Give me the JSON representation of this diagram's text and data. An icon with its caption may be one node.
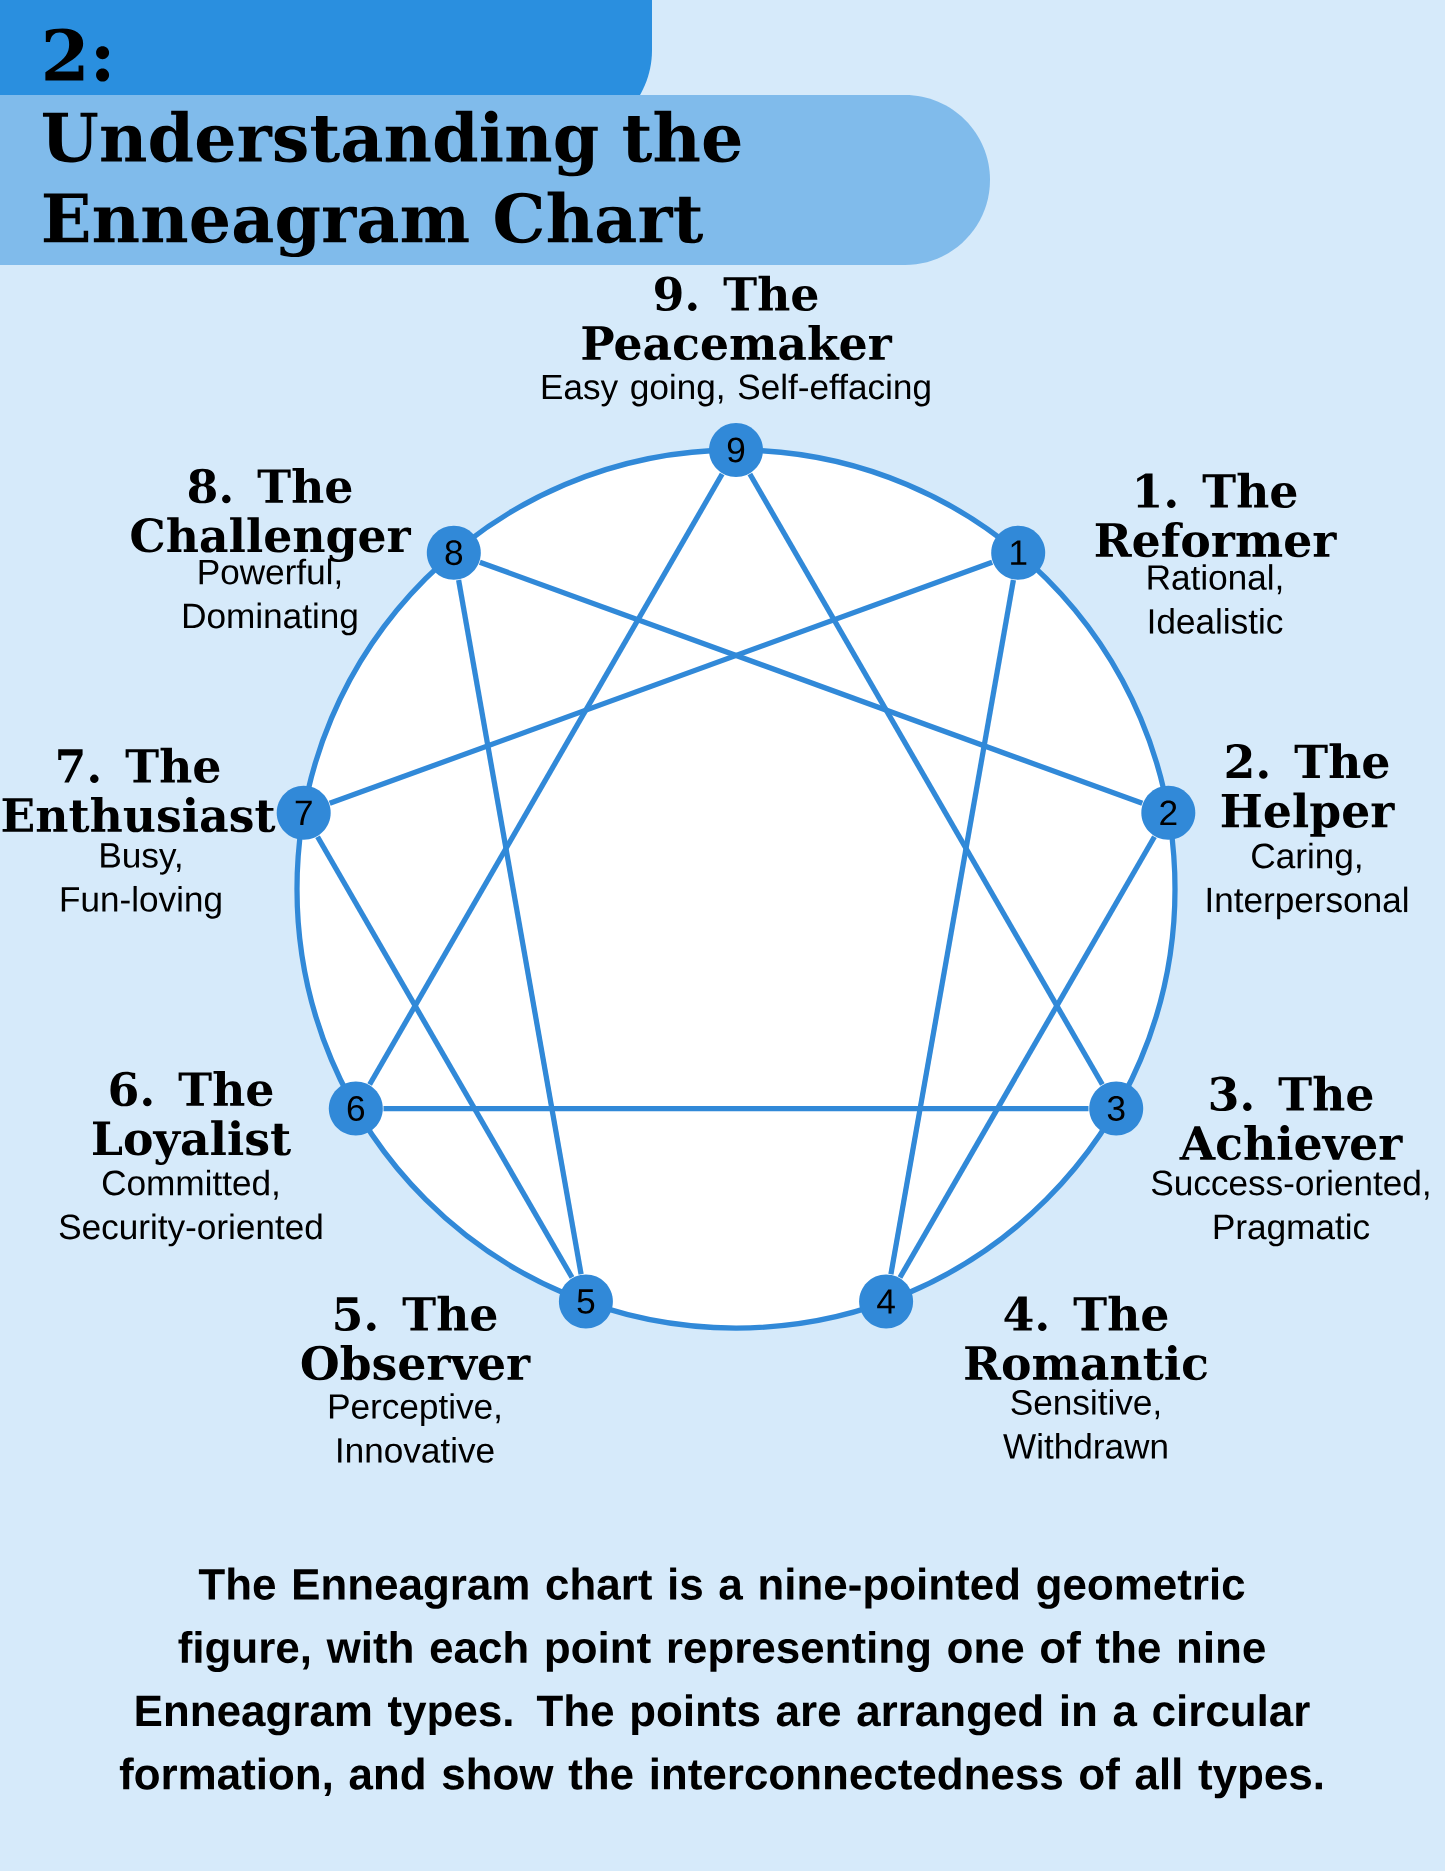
{
  "diagram": {
    "title": "Understanding the Enneagram Chart",
    "caption": "The Enneagram chart is a nine-pointed geometric figure, with each point representing one of the nine Enneagram types. The points are arranged in a circular formation, and show the interconnectedness of all types.",
    "labels": [
      "2:"
    ],
    "nodes": [
      {
        "text": [
          "9"
        ],
        "beside": [
          "9. The Peacemaker",
          "Easy going, Self-effacing"
        ]
      },
      {
        "text": [
          "1"
        ],
        "beside": [
          "1. The Reformer",
          "Rational, Idealistic"
        ]
      },
      {
        "text": [
          "2"
        ],
        "beside": [
          "2. The Helper",
          "Caring, Interpersonal"
        ]
      },
      {
        "text": [
          "3"
        ],
        "beside": [
          "3. The Achiever",
          "Success-oriented, Pragmatic"
        ]
      },
      {
        "text": [
          "4"
        ],
        "beside": [
          "4. The Romantic",
          "Sensitive, Withdrawn"
        ]
      },
      {
        "text": [
          "5"
        ],
        "beside": [
          "5. The Observer",
          "Perceptive, Innovative"
        ]
      },
      {
        "text": [
          "6"
        ],
        "beside": [
          "6. The Loyalist",
          "Committed, Security-oriented"
        ]
      },
      {
        "text": [
          "7"
        ],
        "beside": [
          "7. The Enthusiast",
          "Busy, Fun-loving"
        ]
      },
      {
        "text": [
          "8"
        ],
        "beside": [
          "8. The Challenger",
          "Powerful, Dominating"
        ]
      }
    ],
    "edges": [
      {
        "from": 1,
        "to": 4,
        "arrow": "none"
      },
      {
        "from": 4,
        "to": 2,
        "arrow": "none"
      },
      {
        "from": 2,
        "to": 8,
        "arrow": "none"
      },
      {
        "from": 8,
        "to": 5,
        "arrow": "none"
      },
      {
        "from": 5,
        "to": 7,
        "arrow": "none"
      },
      {
        "from": 7,
        "to": 1,
        "arrow": "none"
      },
      {
        "from": 0,
        "to": 3,
        "arrow": "none"
      },
      {
        "from": 3,
        "to": 6,
        "arrow": "none"
      },
      {
        "from": 6,
        "to": 0,
        "arrow": "none"
      }
    ]
  }
}
